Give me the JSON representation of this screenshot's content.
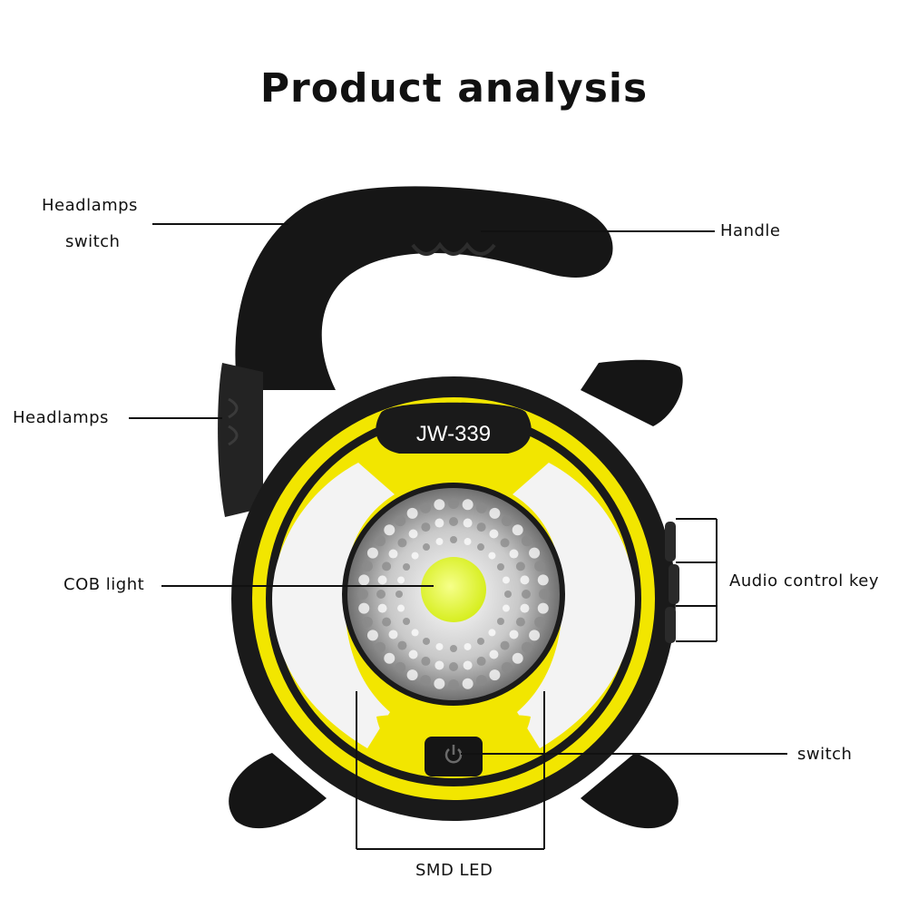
{
  "title": "Product analysis",
  "product": {
    "model_text": "JW-339",
    "colors": {
      "body": "#1a1a1a",
      "ring": "#f2e600",
      "lens": "#e6f73a",
      "panel": "#f3f3f3"
    }
  },
  "labels": {
    "headlamps_switch_line1": "Headlamps",
    "headlamps_switch_line2": "switch",
    "handle": "Handle",
    "headlamps": "Headlamps",
    "cob_light": "COB light",
    "audio_control_key": "Audio control key",
    "switch": "switch",
    "smd_led": "SMD LED"
  },
  "icons": {
    "power": "power-icon"
  }
}
